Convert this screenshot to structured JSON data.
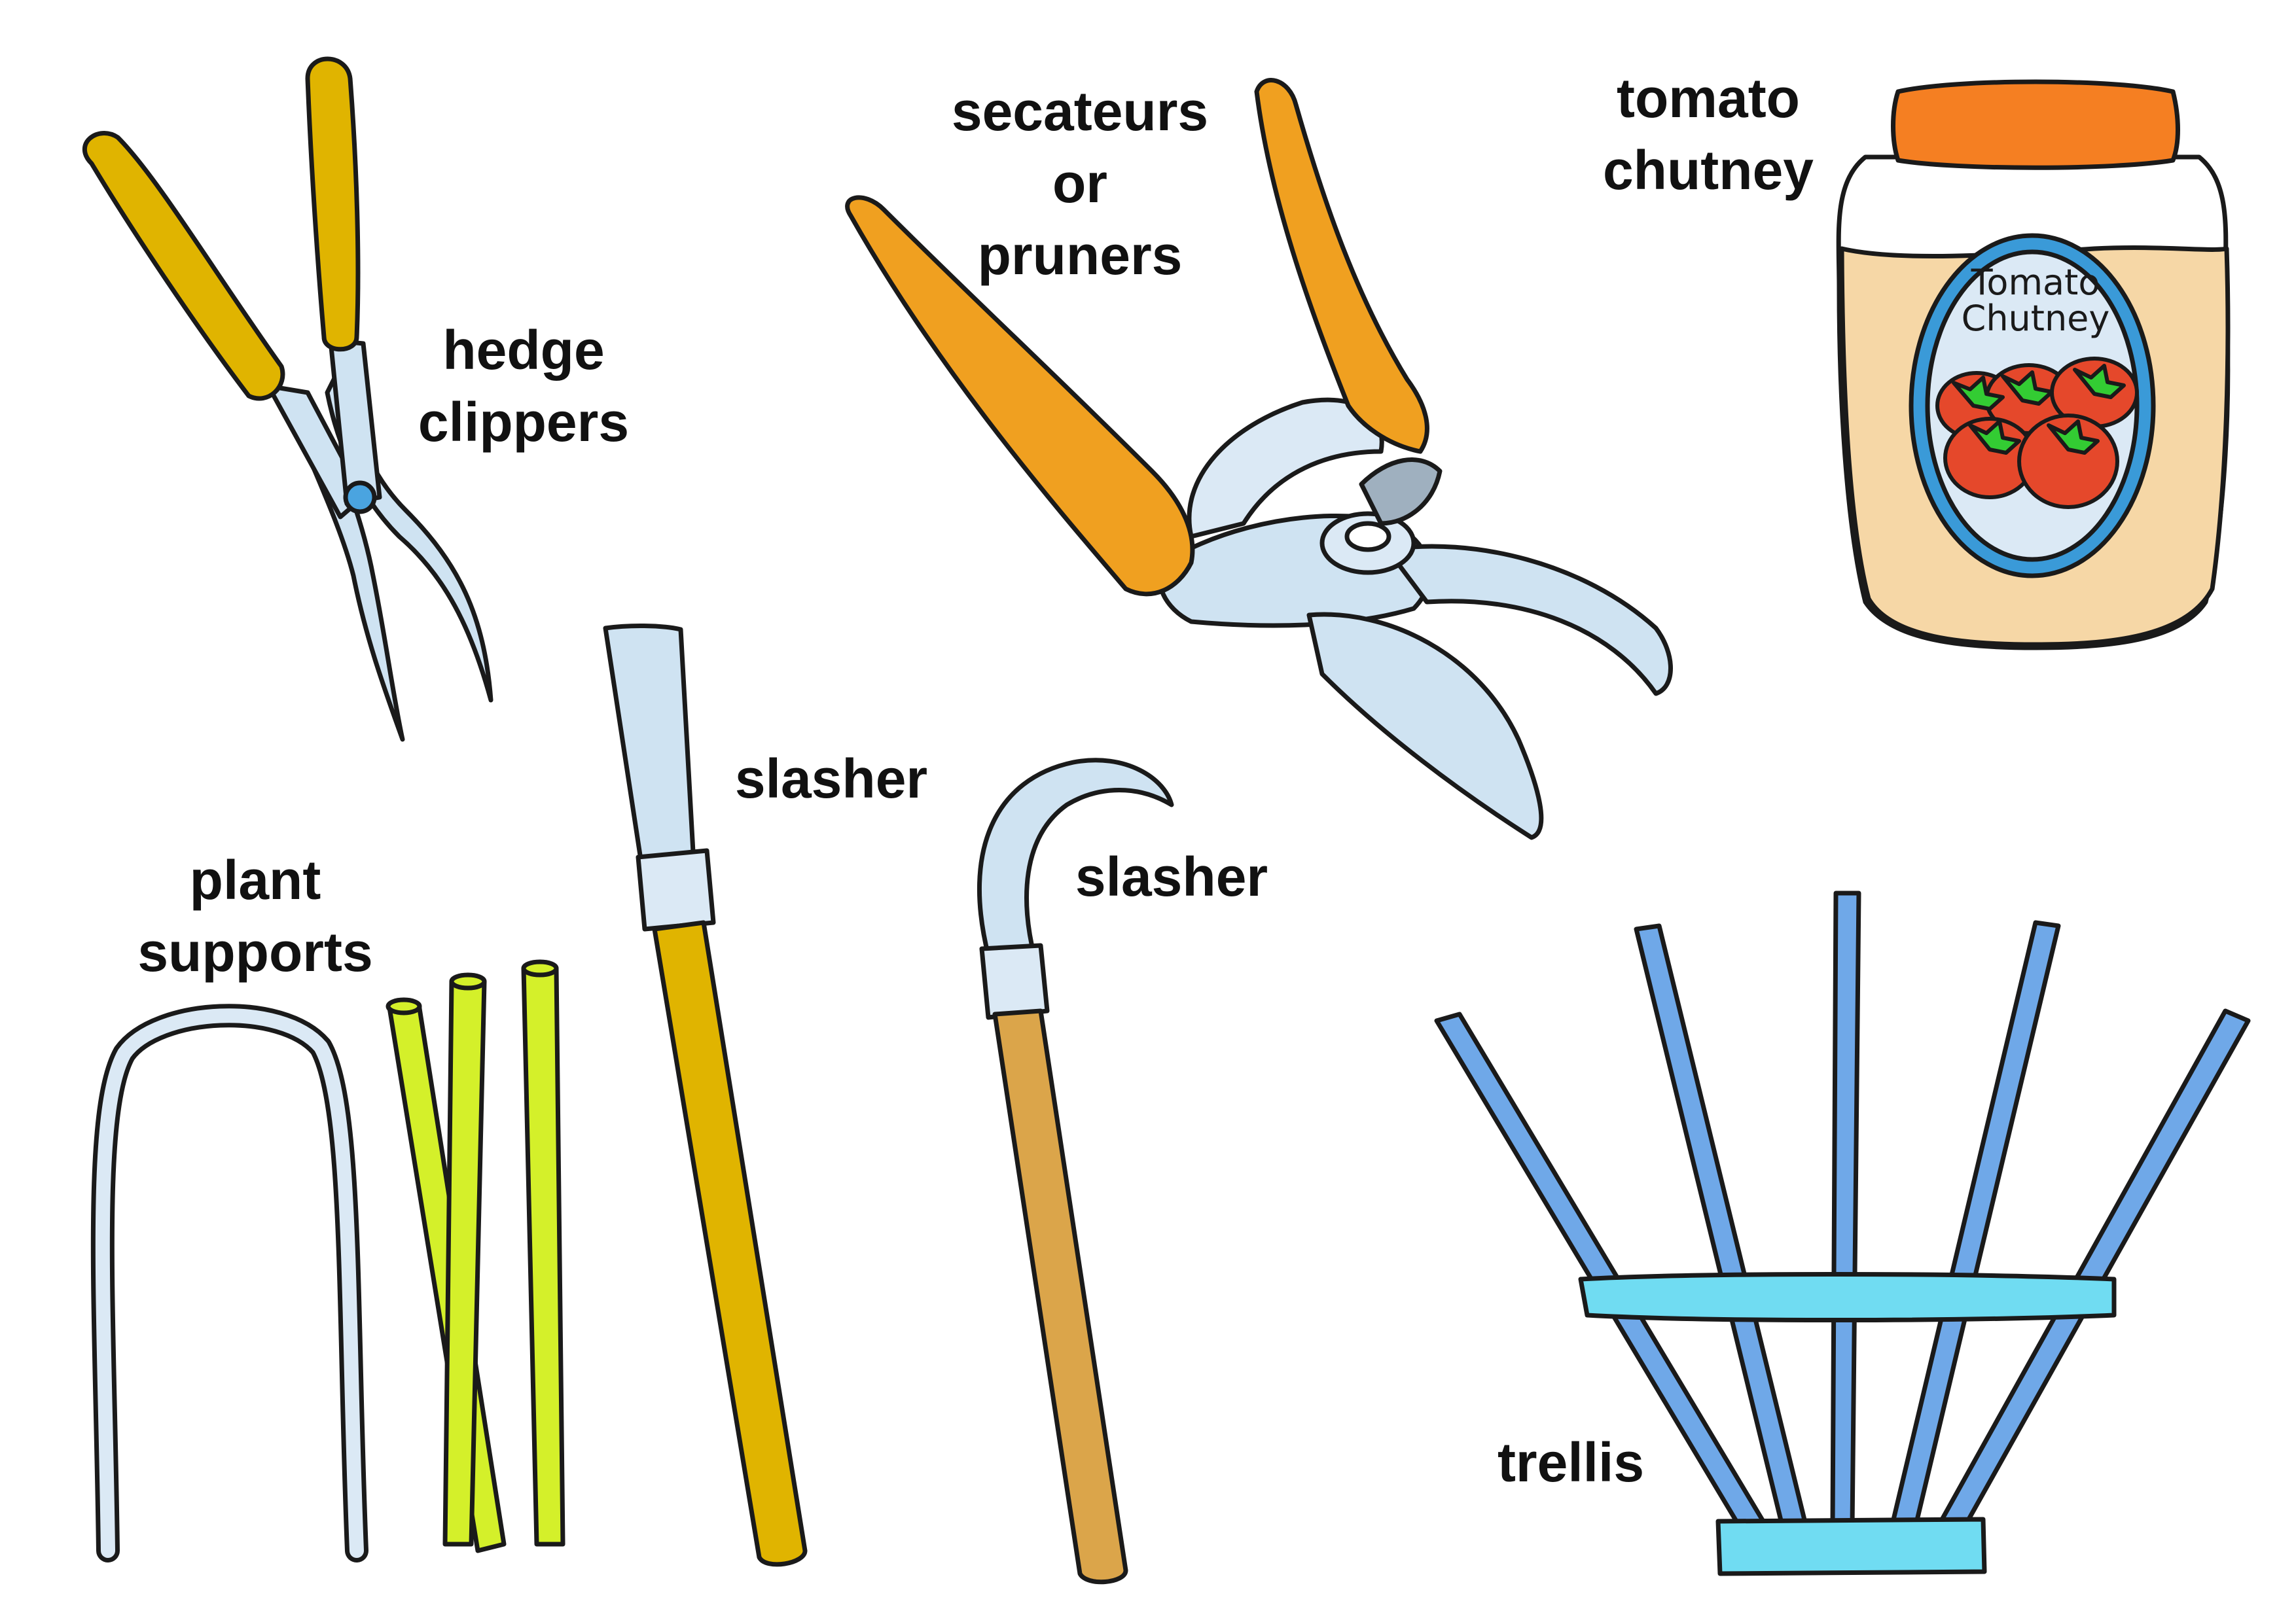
{
  "labels": {
    "hedge_clippers": [
      "hedge",
      "clippers"
    ],
    "secateurs": [
      "secateurs",
      "or",
      "pruners"
    ],
    "tomato_chutney": [
      "tomato",
      "chutney"
    ],
    "slasher_straight": "slasher",
    "slasher_hooked": "slasher",
    "plant_supports": [
      "plant",
      "supports"
    ],
    "trellis": "trellis"
  },
  "jar_label": [
    "Tomato",
    "Chutney"
  ],
  "colors": {
    "outline": "#1a1a1a",
    "handle_gold": "#e0b400",
    "handle_orange": "#f0a020",
    "steel": "#cfe3f2",
    "stake_green": "#d4f02a",
    "wire": "#dbe9f5",
    "trellis_blue": "#6fa8e8",
    "trellis_bar": "#70dcf2",
    "wood": "#dba54a",
    "jar_lid": "#f57f22",
    "jar_fill": "#f6d7a6",
    "jar_label_bg": "#3a9ad8",
    "tomato_red": "#e5482b",
    "leaf_green": "#33cc33"
  }
}
